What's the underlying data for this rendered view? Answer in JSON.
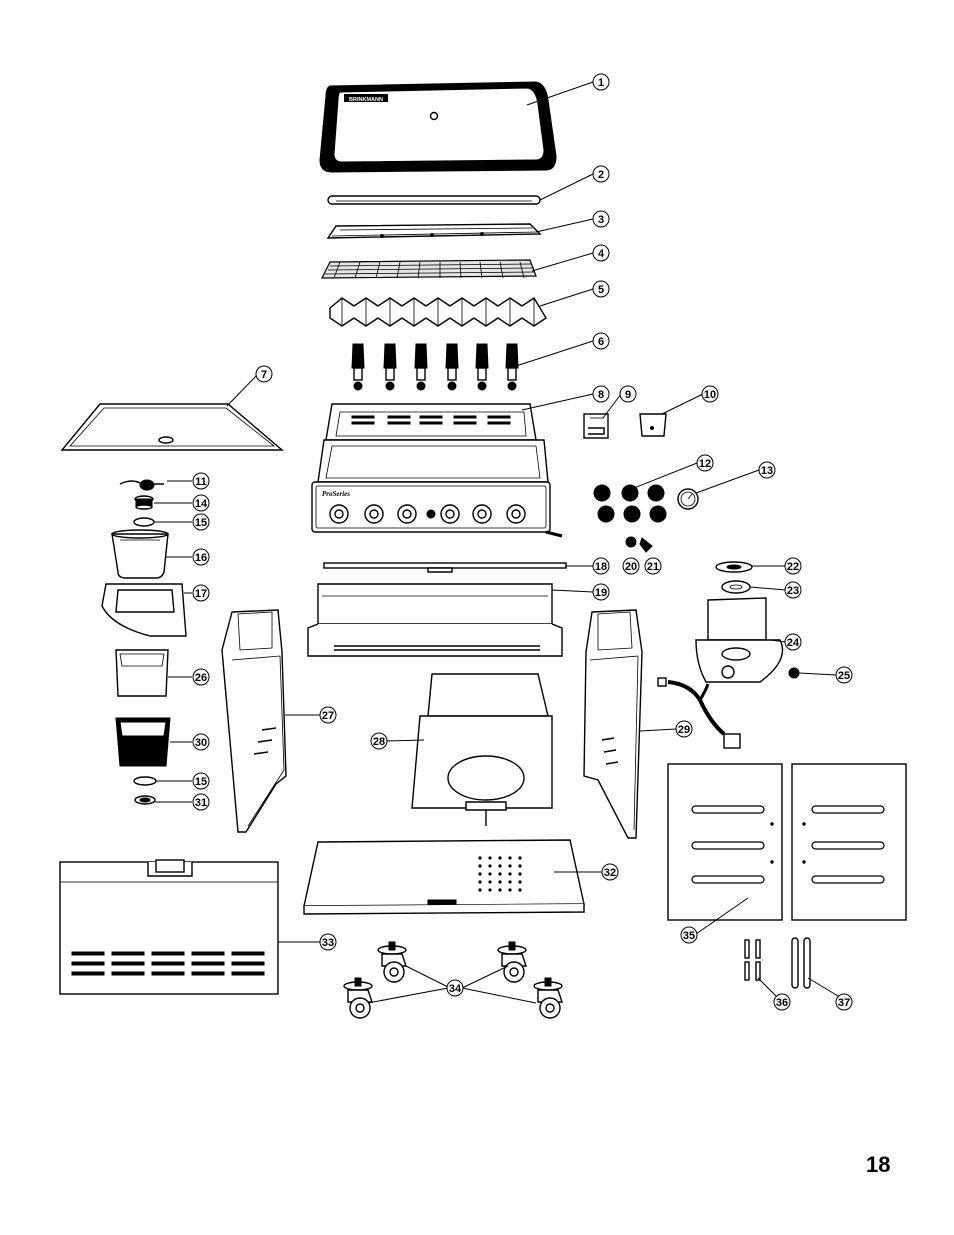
{
  "brand_label": "BRINKMANN",
  "control_panel_logo": "ProSeries",
  "page_number": "18",
  "callouts": [
    "1",
    "2",
    "3",
    "4",
    "5",
    "6",
    "7",
    "8",
    "9",
    "10",
    "11",
    "12",
    "13",
    "14",
    "15",
    "16",
    "17",
    "18",
    "19",
    "20",
    "21",
    "22",
    "23",
    "24",
    "25",
    "26",
    "27",
    "28",
    "29",
    "30",
    "15",
    "31",
    "32",
    "33",
    "34",
    "35",
    "36",
    "37"
  ]
}
